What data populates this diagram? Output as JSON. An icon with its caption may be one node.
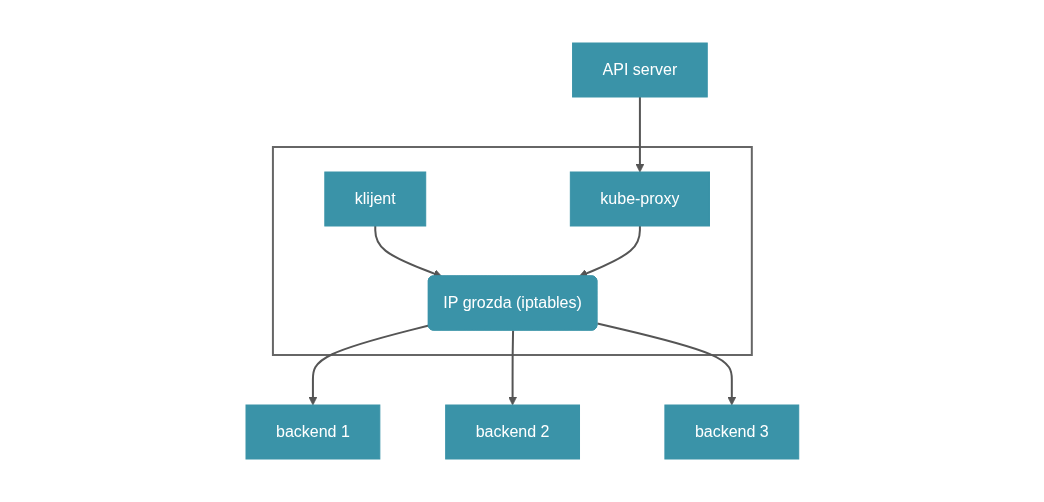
{
  "diagram": {
    "nodes": [
      {
        "text": [
          "API server"
        ]
      },
      {
        "text": [],
        "shape": "box"
      },
      {
        "text": [
          "klijent"
        ],
        "in": 1
      },
      {
        "text": [
          "kube-proxy"
        ],
        "in": 1
      },
      {
        "text": [
          "IP grozda (iptables)"
        ],
        "in": 1
      },
      {
        "text": [
          "backend 1"
        ]
      },
      {
        "text": [
          "backend 2"
        ]
      },
      {
        "text": [
          "backend 3"
        ]
      }
    ],
    "edges": [
      {
        "from": 0,
        "to": 3,
        "arrow": "to"
      },
      {
        "from": 2,
        "to": 4,
        "arrow": "to"
      },
      {
        "from": 3,
        "to": 4,
        "arrow": "to"
      },
      {
        "from": 4,
        "to": 5,
        "arrow": "to"
      },
      {
        "from": 4,
        "to": 6,
        "arrow": "to"
      },
      {
        "from": 4,
        "to": 7,
        "arrow": "to"
      }
    ]
  }
}
